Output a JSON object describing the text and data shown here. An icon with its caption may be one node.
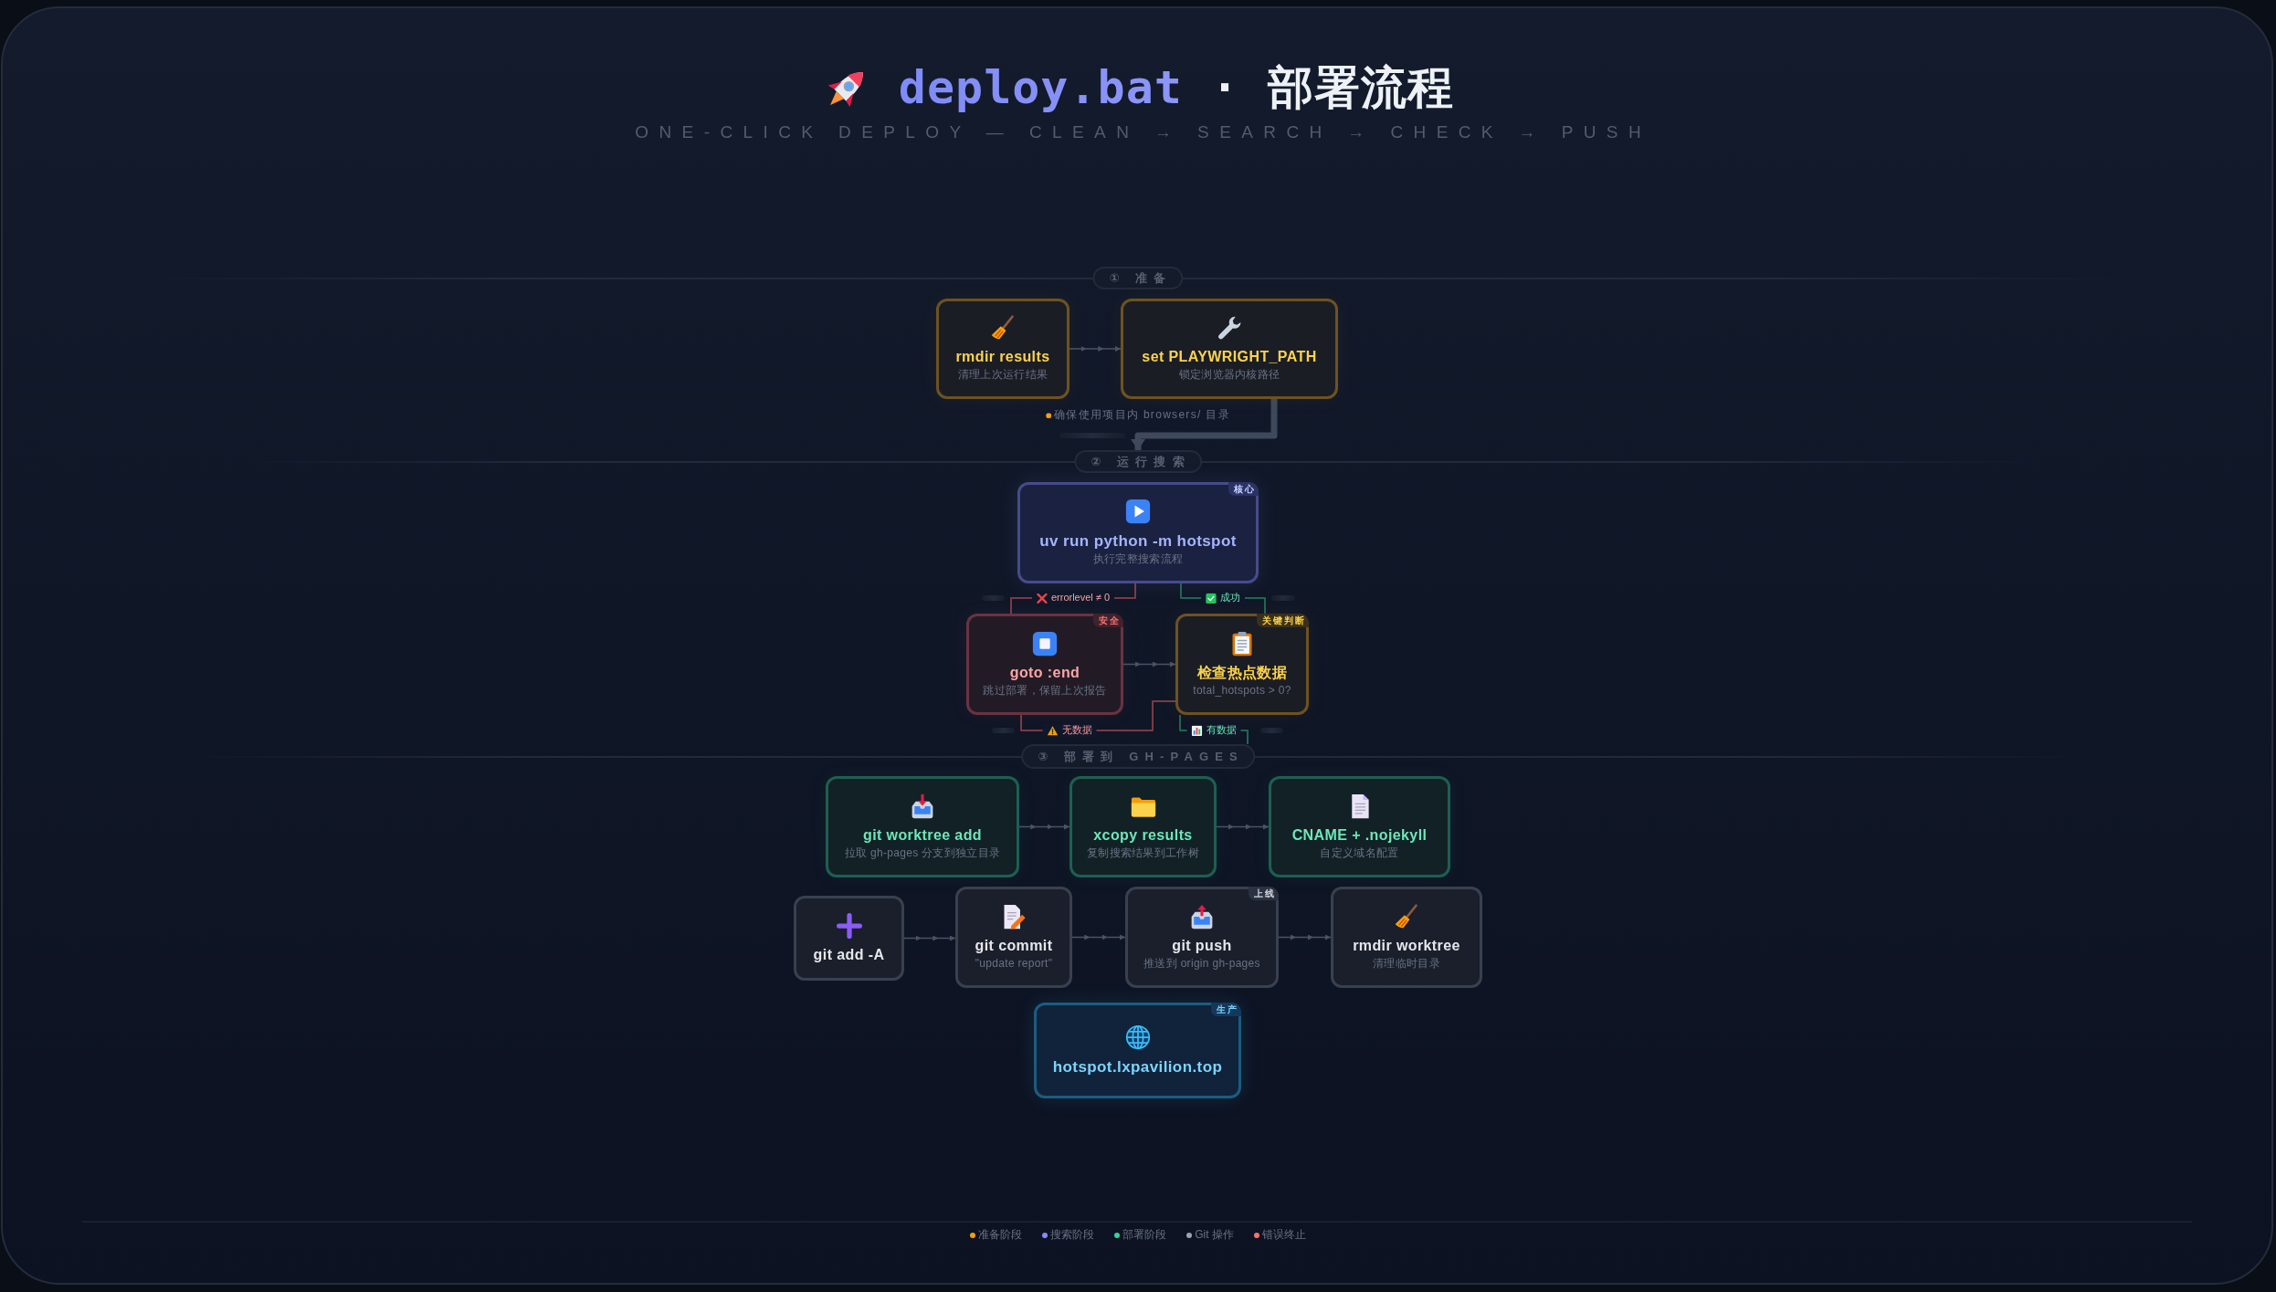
{
  "diagram": {
    "title": "deploy.bat · 部署流程",
    "nodes": [
      {
        "text": [
          "① 准备"
        ]
      },
      {
        "text": [
          "rmdir results",
          "清理上次运行结果"
        ]
      },
      {
        "text": [
          "set PLAYWRIGHT_PATH",
          "锁定浏览器内核路径"
        ]
      },
      {
        "text": [
          "② 运行搜索"
        ]
      },
      {
        "text": [
          "核心",
          "uv run python -m hotspot",
          "执行完整搜索流程"
        ]
      },
      {
        "text": [
          "安全",
          "goto :end",
          "跳过部署，保留上次报告"
        ]
      },
      {
        "text": [
          "关键判断",
          "检查热点数据",
          "total_hotspots > 0?"
        ]
      },
      {
        "text": [
          "③ 部署到 GH-PAGES"
        ]
      },
      {
        "text": [
          "git worktree add",
          "拉取 gh-pages 分支到独立目录"
        ]
      },
      {
        "text": [
          "xcopy results",
          "复制搜索结果到工作树"
        ]
      },
      {
        "text": [
          "CNAME + .nojekyll",
          "自定义域名配置"
        ]
      },
      {
        "text": [
          "git add -A"
        ]
      },
      {
        "text": [
          "git commit",
          "\"update report\""
        ]
      },
      {
        "text": [
          "上线",
          "git push",
          "推送到 origin gh-pages"
        ]
      },
      {
        "text": [
          "rmdir worktree",
          "清理临时目录"
        ]
      },
      {
        "text": [
          "生产",
          "hotspot.lxpavilion.top"
        ]
      }
    ],
    "edges": [
      {
        "from": 1,
        "to": 2,
        "arrow": "to"
      },
      {
        "from": 2,
        "to": 3,
        "arrow": "to",
        "style": "thick",
        "color": "#3f495c"
      },
      {
        "from": 4,
        "to": 5,
        "arrow": "none",
        "label": "errorlevel ≠ 0",
        "color": "#7a3a45"
      },
      {
        "from": 4,
        "to": 6,
        "arrow": "none",
        "label": "成功",
        "color": "#1f6654"
      },
      {
        "from": 5,
        "to": 6,
        "arrow": "to"
      },
      {
        "from": 6,
        "to": 5,
        "arrow": "none",
        "label": "无数据",
        "color": "#7a3a45"
      },
      {
        "from": 6,
        "to": 7,
        "arrow": "none",
        "label": "有数据",
        "color": "#1f6654"
      },
      {
        "from": 8,
        "to": 9,
        "arrow": "to"
      },
      {
        "from": 9,
        "to": 10,
        "arrow": "to"
      },
      {
        "from": 11,
        "to": 12,
        "arrow": "to"
      },
      {
        "from": 12,
        "to": 13,
        "arrow": "to"
      },
      {
        "from": 13,
        "to": 14,
        "arrow": "to"
      }
    ],
    "labels": [
      "ONE-CLICK DEPLOY — CLEAN → SEARCH → CHECK → PUSH",
      "确保使用项目内 browsers/ 目录"
    ],
    "legend": [
      {
        "text": "准备阶段",
        "color": "#f59e0b"
      },
      {
        "text": "搜索阶段",
        "color": "#818cf8"
      },
      {
        "text": "部署阶段",
        "color": "#34d399"
      },
      {
        "text": "Git 操作",
        "color": "#9ca3af"
      },
      {
        "text": "错误终止",
        "color": "#f87171"
      }
    ]
  }
}
